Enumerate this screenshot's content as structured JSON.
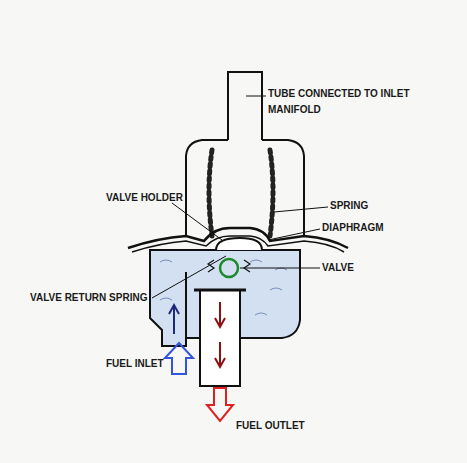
{
  "diagram": {
    "labels": [
      "TUBE CONNECTED TO INLET MANIFOLD",
      "VALVE HOLDER",
      "SPRING",
      "DIAPHRAGM",
      "VALVE",
      "VALVE RETURN SPRING",
      "FUEL INLET",
      "FUEL OUTLET"
    ]
  }
}
